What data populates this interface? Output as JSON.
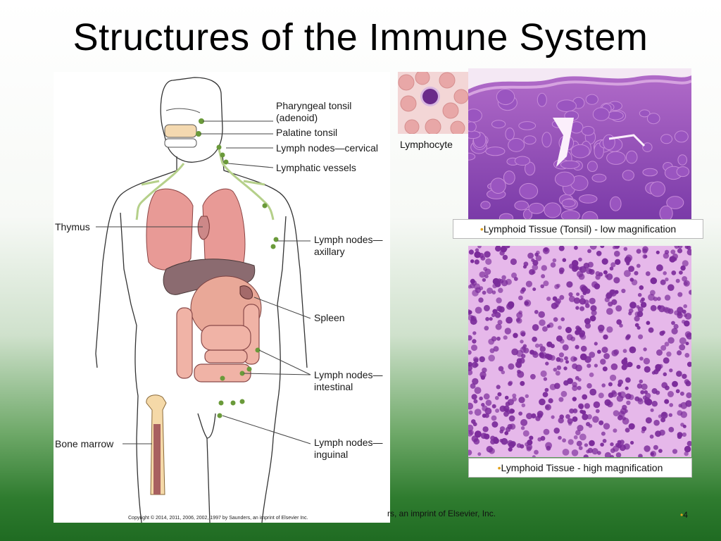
{
  "slide": {
    "title": "Structures of the Immune System",
    "footer_text": "rs, an imprint of Elsevier, Inc.",
    "page_number": "4",
    "bullet": "•"
  },
  "figure": {
    "labels": {
      "pharyngeal_tonsil": "Pharyngeal tonsil",
      "adenoid": "(adenoid)",
      "palatine_tonsil": "Palatine tonsil",
      "lymph_nodes_cervical": "Lymph nodes—cervical",
      "lymphatic_vessels": "Lymphatic vessels",
      "thymus": "Thymus",
      "lymph_nodes_axillary_1": "Lymph nodes—",
      "lymph_nodes_axillary_2": "axillary",
      "spleen": "Spleen",
      "lymph_nodes_intestinal_1": "Lymph nodes—",
      "lymph_nodes_intestinal_2": "intestinal",
      "bone_marrow": "Bone marrow",
      "lymph_nodes_inguinal_1": "Lymph nodes—",
      "lymph_nodes_inguinal_2": "inguinal"
    },
    "copyright": "Copyright © 2014, 2011, 2006, 2002, 1997 by Saunders, an imprint of Elsevier Inc."
  },
  "images": {
    "lymphocyte_label": "Lymphocyte",
    "tonsil_low_caption": "Lymphoid Tissue (Tonsil) - low magnification",
    "tonsil_high_caption": "Lymphoid Tissue - high magnification"
  },
  "colors": {
    "node_green": "#6a9a3a",
    "vessel_green": "#b5d08a",
    "lung_pink": "#e89a96",
    "liver": "#8b6b70",
    "stomach": "#e9a898",
    "intestine": "#f0b3a6",
    "stain_purple": "#8a3fb3",
    "stain_pink": "#d9a3e0",
    "bullet_accent": "#e2a11b"
  }
}
